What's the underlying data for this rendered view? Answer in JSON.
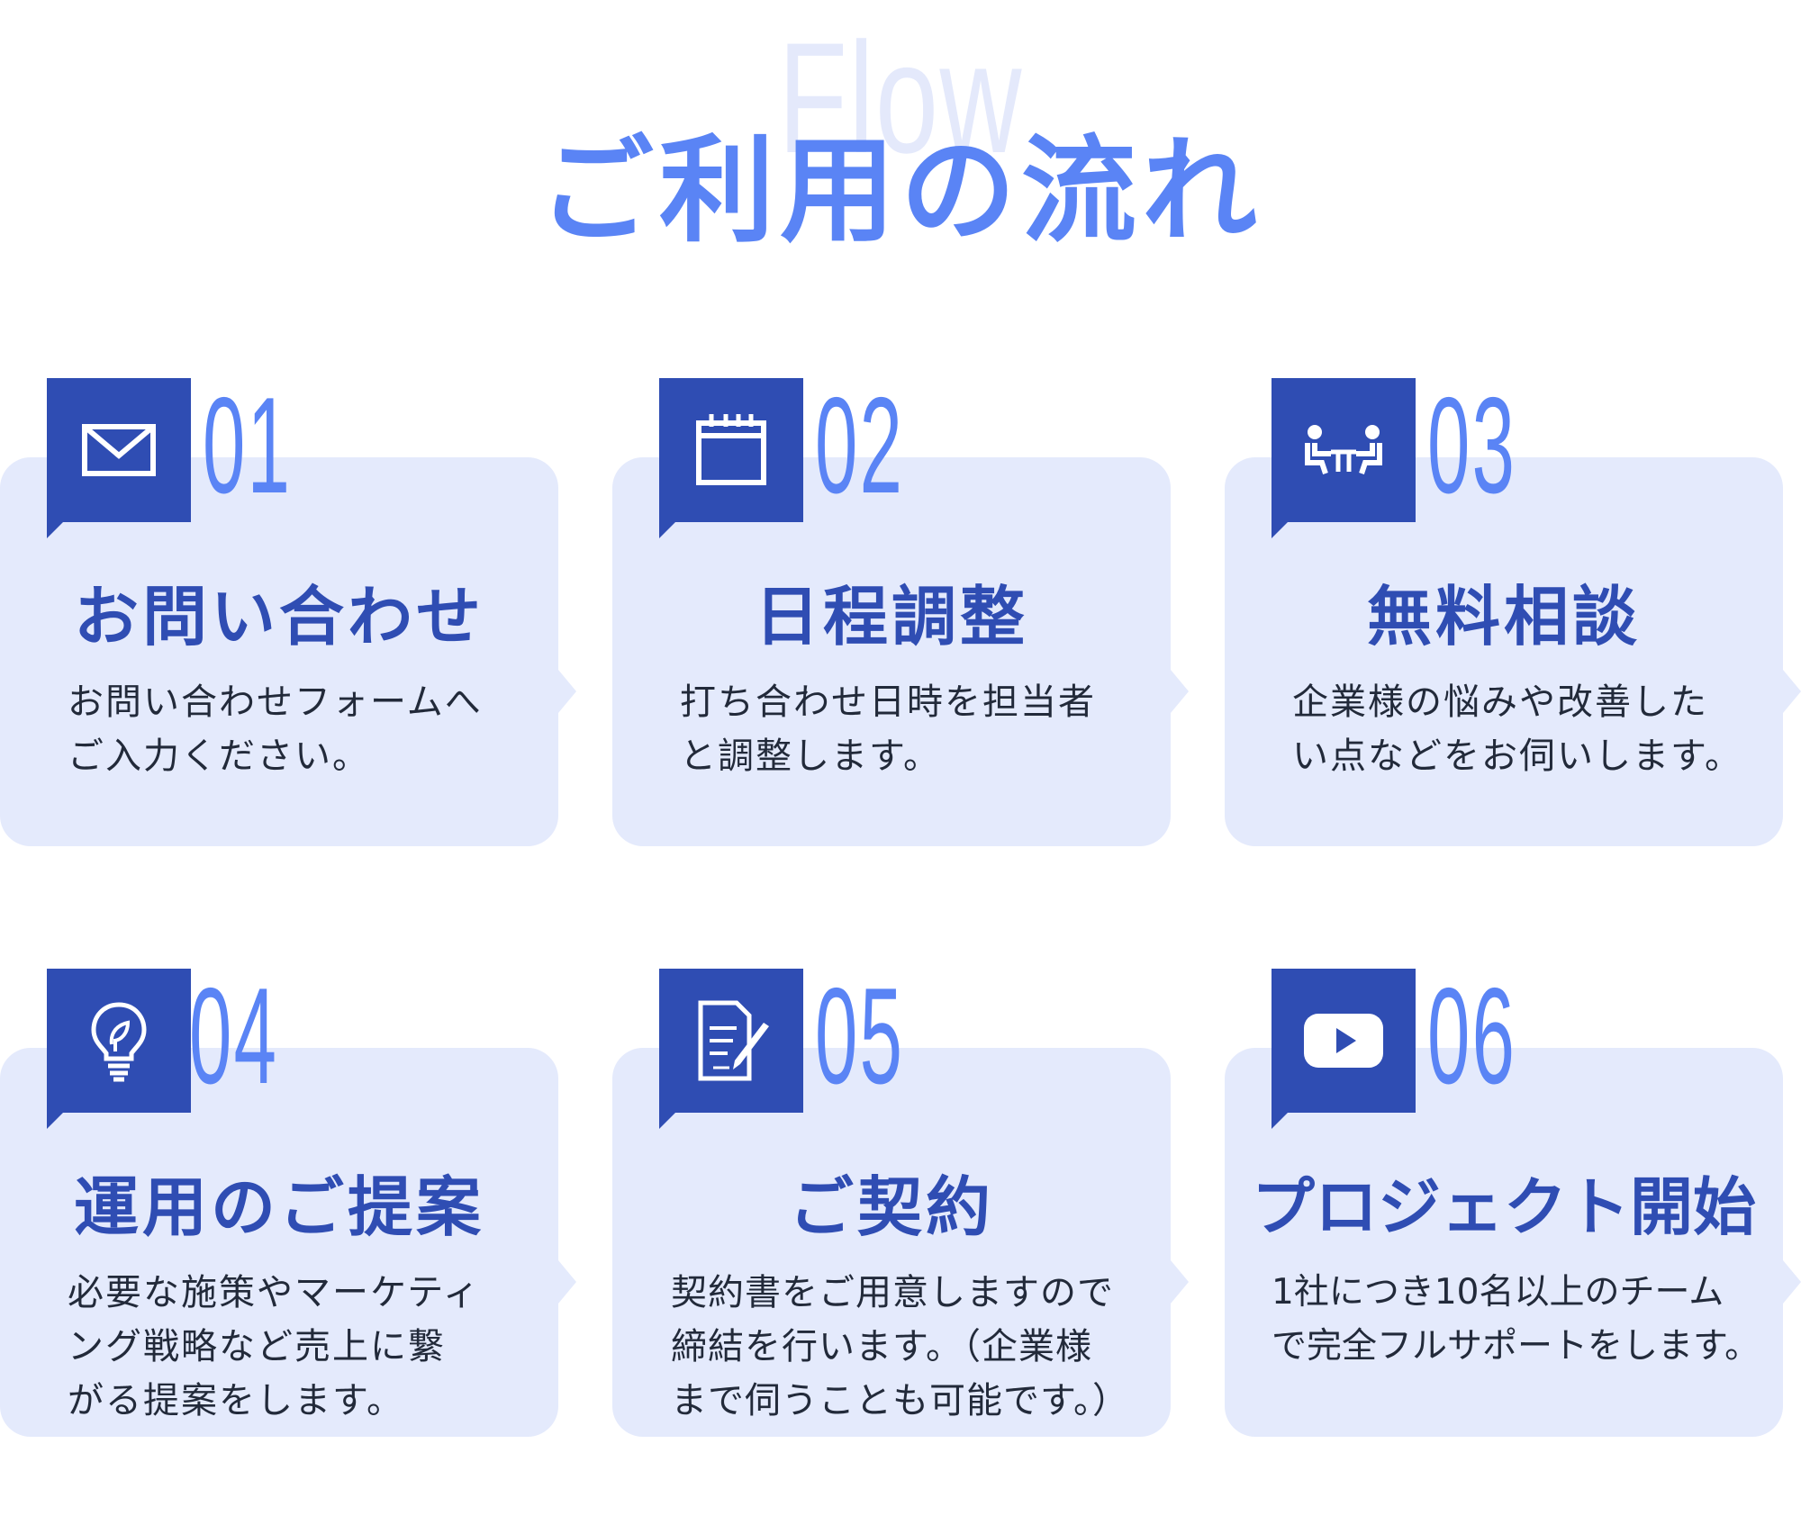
{
  "header": {
    "bg_word": "Flow",
    "title": "ご利用の流れ"
  },
  "colors": {
    "accent": "#5a84f5",
    "dark": "#2f4db3",
    "card_bg": "#e4eafc",
    "bg_word": "#e4e9fb"
  },
  "steps": [
    {
      "num": "01",
      "icon": "mail-icon",
      "title": "お問い合わせ",
      "desc": "お問い合わせフォームへ\nご入力ください。"
    },
    {
      "num": "02",
      "icon": "calendar-icon",
      "title": "日程調整",
      "desc": "打ち合わせ日時を担当者\nと調整します。"
    },
    {
      "num": "03",
      "icon": "meeting-icon",
      "title": "無料相談",
      "desc": "企業様の悩みや改善した\nい点などをお伺いします。"
    },
    {
      "num": "04",
      "icon": "lightbulb-icon",
      "title": "運用のご提案",
      "desc": "必要な施策やマーケティ\nング戦略など売上に繋\nがる提案をします。"
    },
    {
      "num": "05",
      "icon": "contract-icon",
      "title": "ご契約",
      "desc": "契約書をご用意しますので\n締結を行います。（企業様\nまで伺うことも可能です。）"
    },
    {
      "num": "06",
      "icon": "play-icon",
      "title": "プロジェクト開始",
      "desc": "1社につき10名以上のチーム\nで完全フルサポートをします。"
    }
  ]
}
